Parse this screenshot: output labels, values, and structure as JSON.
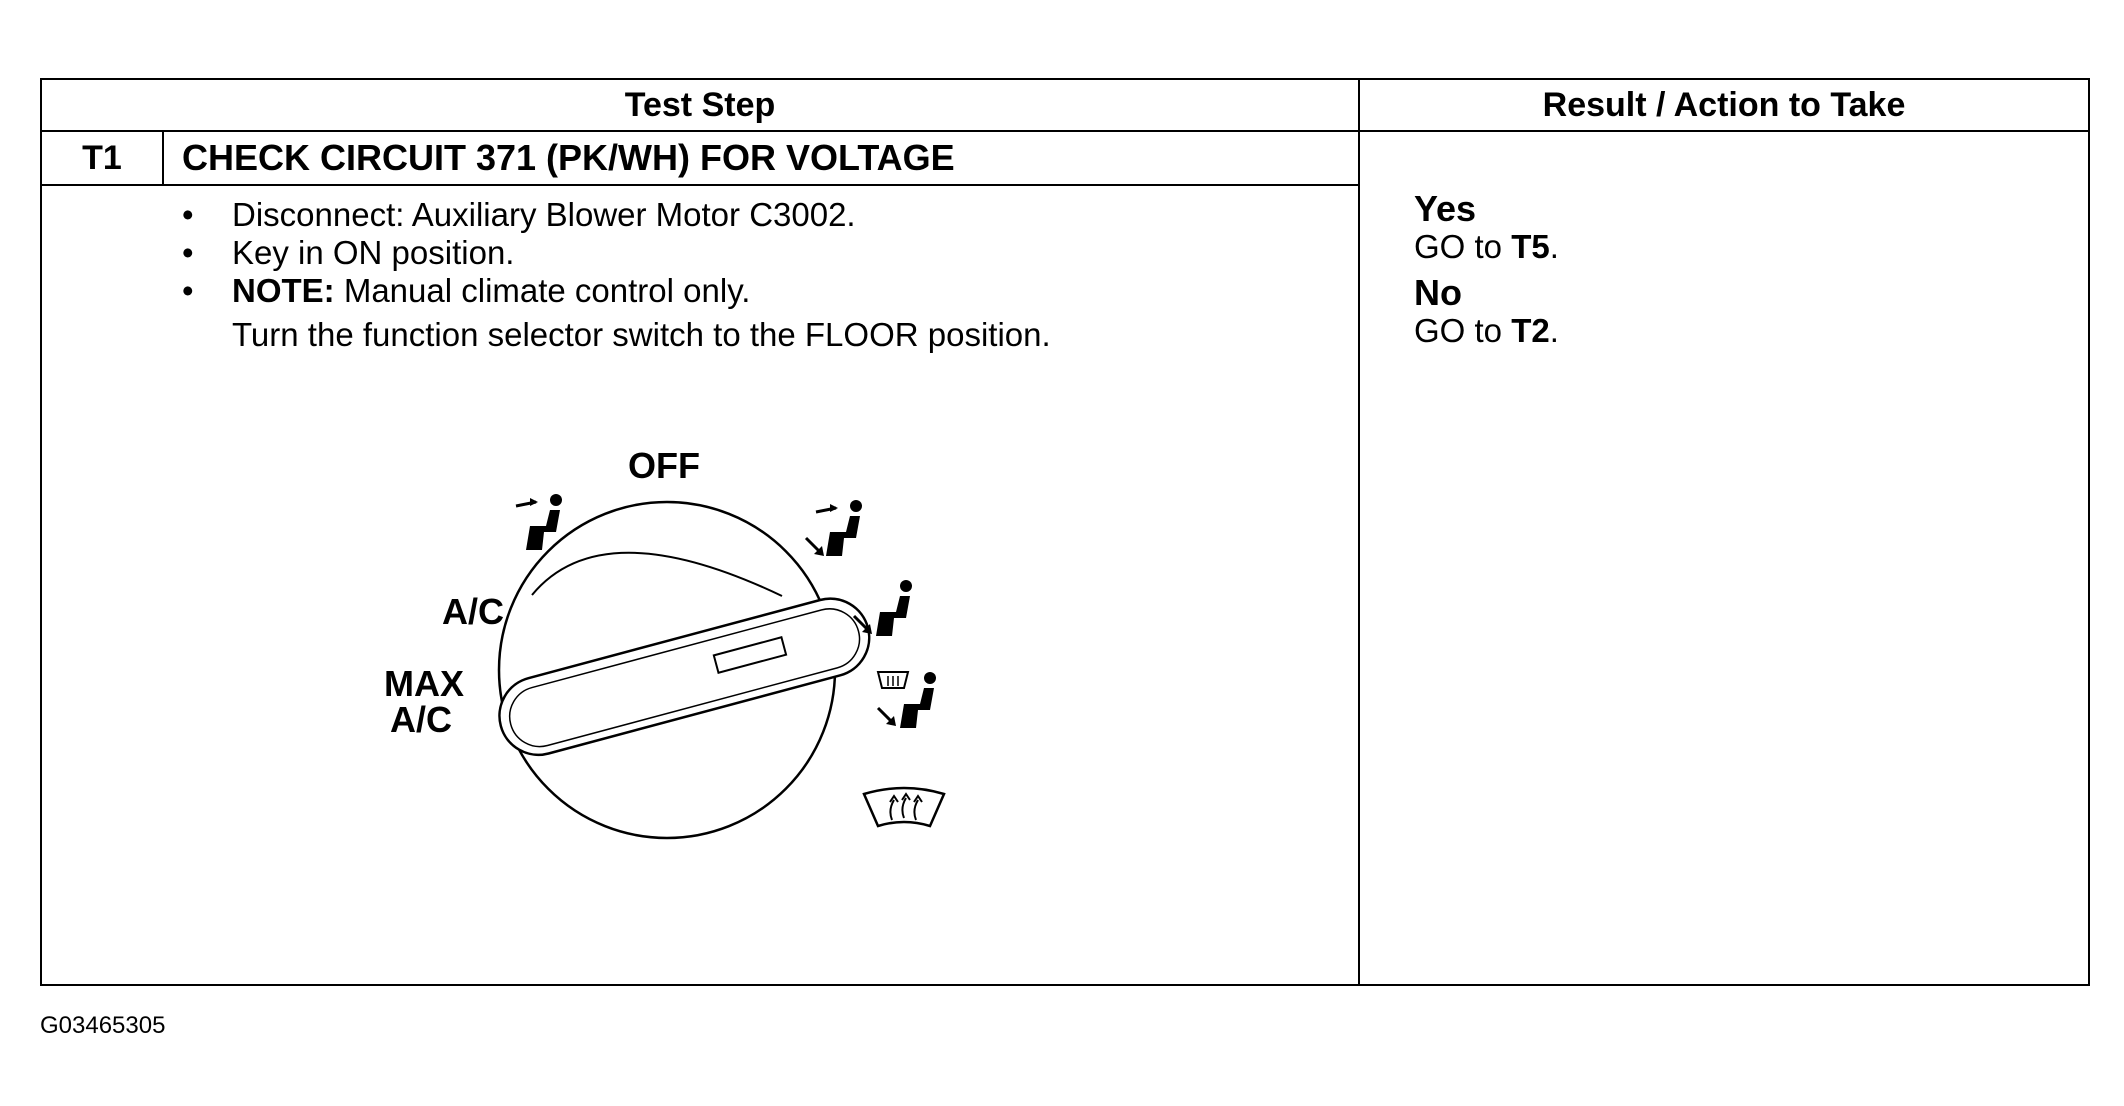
{
  "table": {
    "header_left": "Test Step",
    "header_right": "Result / Action to Take",
    "step_id": "T1",
    "step_title": "CHECK CIRCUIT 371 (PK/WH) FOR VOLTAGE",
    "instructions": [
      {
        "bullet": "•",
        "text": "Disconnect: Auxiliary Blower Motor C3002."
      },
      {
        "bullet": "•",
        "text": "Key in ON position."
      },
      {
        "bullet": "•",
        "label": "NOTE:",
        "text": " Manual climate control only."
      }
    ],
    "instruction_continuation": "Turn the function selector switch to the FLOOR position.",
    "results": [
      {
        "answer": "Yes",
        "go_prefix": "GO to ",
        "go_target": "T5",
        "go_suffix": "."
      },
      {
        "answer": "No",
        "go_prefix": "GO to ",
        "go_target": "T2",
        "go_suffix": "."
      }
    ]
  },
  "diagram": {
    "label_off": "OFF",
    "label_ac": "A/C",
    "label_max": "MAX",
    "label_max_ac": "A/C",
    "icons": [
      "panel-vent-icon",
      "panel-floor-icon",
      "floor-icon",
      "floor-defrost-icon",
      "defrost-icon"
    ]
  },
  "figure_id": "G03465305"
}
